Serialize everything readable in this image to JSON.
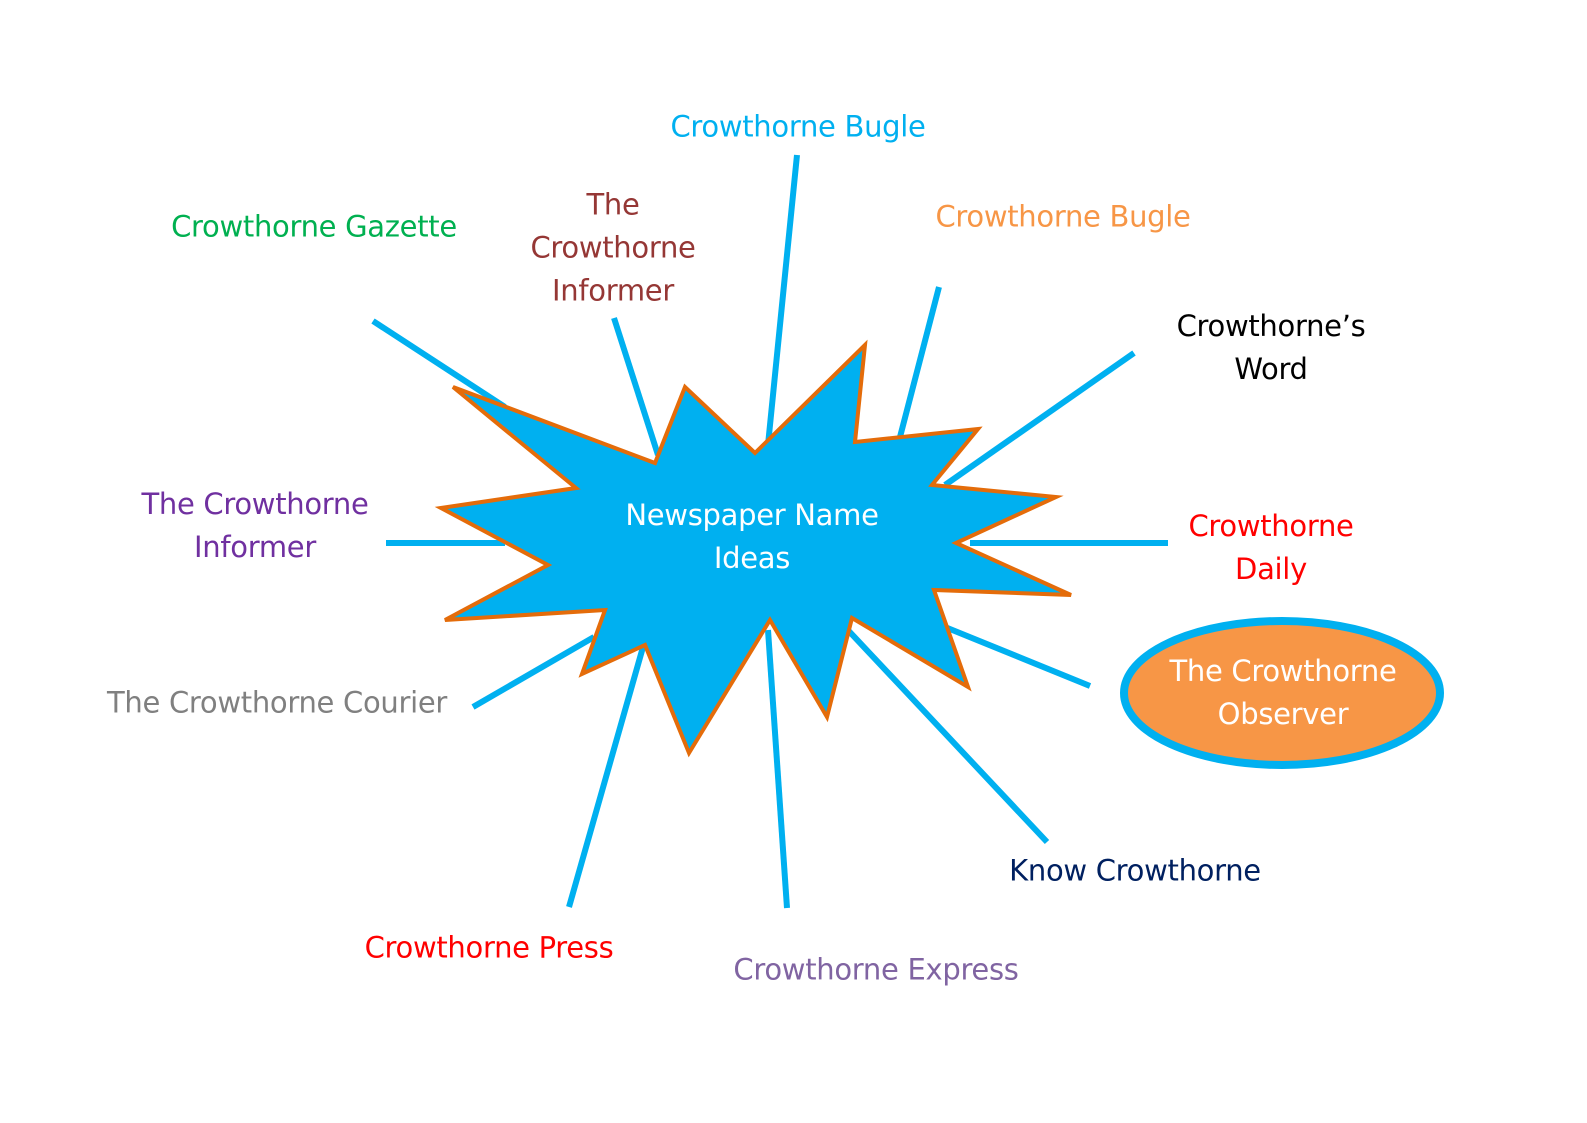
{
  "diagram": {
    "center": {
      "text": "Newspaper Name\nIdeas",
      "fill": "#00B0F0",
      "stroke": "#E46C0A",
      "text_color": "#FFFFFF"
    },
    "spoke_color": "#00B0F0",
    "ideas": [
      {
        "id": "bugle-blue",
        "text": "Crowthorne Bugle",
        "color": "#00B0F0"
      },
      {
        "id": "informer-top",
        "text": "The\nCrowthorne\nInformer",
        "color": "#953735"
      },
      {
        "id": "gazette",
        "text": "Crowthorne Gazette",
        "color": "#00B050"
      },
      {
        "id": "bugle-orange",
        "text": "Crowthorne Bugle",
        "color": "#F79646"
      },
      {
        "id": "word",
        "text": "Crowthorne’s\nWord",
        "color": "#000000"
      },
      {
        "id": "informer-left",
        "text": "The Crowthorne\nInformer",
        "color": "#7030A0"
      },
      {
        "id": "daily",
        "text": "Crowthorne\nDaily",
        "color": "#FF0000"
      },
      {
        "id": "courier",
        "text": "The Crowthorne Courier",
        "color": "#808080"
      },
      {
        "id": "know",
        "text": "Know Crowthorne",
        "color": "#002060"
      },
      {
        "id": "press",
        "text": "Crowthorne Press",
        "color": "#FF0000"
      },
      {
        "id": "express",
        "text": "Crowthorne Express",
        "color": "#8064A2"
      }
    ],
    "highlight": {
      "text": "The Crowthorne\nObserver",
      "fill": "#F79646",
      "stroke": "#00B0F0",
      "text_color": "#FFFFFF"
    }
  }
}
